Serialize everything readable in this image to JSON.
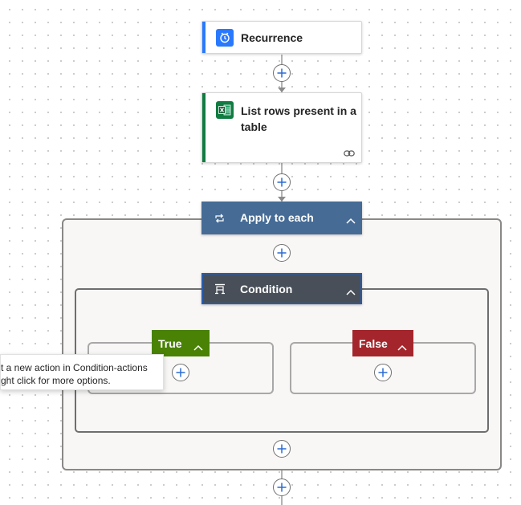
{
  "recurrence": {
    "title": "Recurrence",
    "accent": "#2979ff"
  },
  "list_rows": {
    "title_line1": "List rows present in a",
    "title_line2": "table",
    "accent": "#107c41"
  },
  "apply_to_each": {
    "title": "Apply to each",
    "color": "#466c96"
  },
  "condition": {
    "title": "Condition",
    "color": "#484f58",
    "border": "#2b5ba8"
  },
  "true_branch": {
    "label": "True",
    "color": "#498205"
  },
  "false_branch": {
    "label": "False",
    "color": "#a4262c"
  },
  "tooltip": {
    "line1": "t a new action in Condition-actions",
    "line2": "ght click for more options."
  }
}
